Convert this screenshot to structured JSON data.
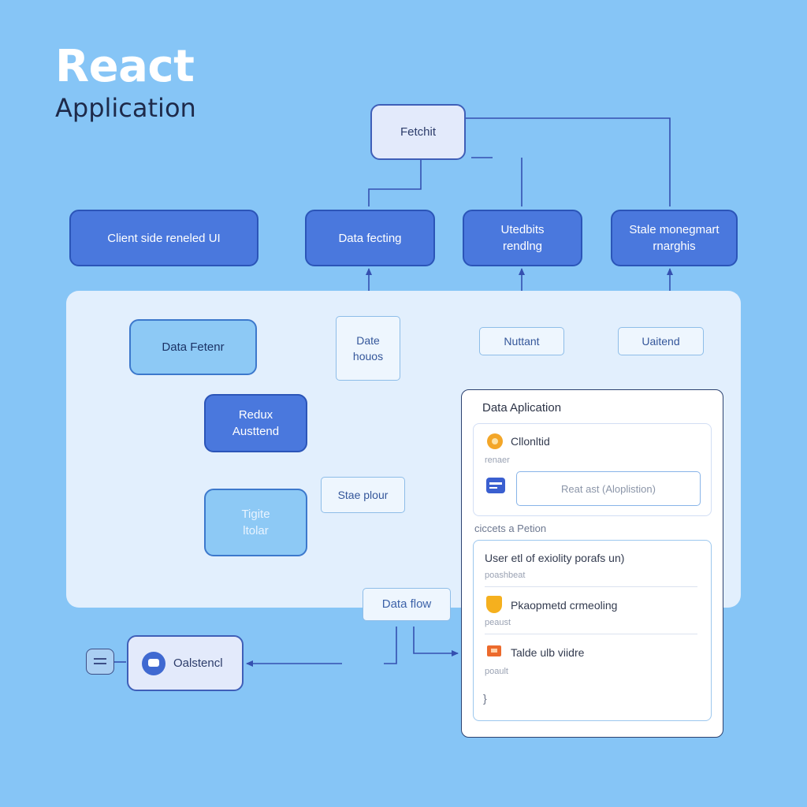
{
  "header": {
    "title": "React",
    "subtitle": "Application"
  },
  "top_nodes": {
    "fetch": "Fetchit",
    "client_side": "Client side reneled UI",
    "data_fetching": "Data fecting",
    "rendering_line1": "Utedbits",
    "rendering_line2": "rendlng",
    "state_line1": "Stale monegmart",
    "state_line2": "rnarghis"
  },
  "panel": {
    "data_fetcher": "Data Fetenr",
    "redux_line1": "Redux",
    "redux_line2": "Austtend",
    "tigle_line1": "Tigite",
    "tigle_line2": "ltolar",
    "date_line1": "Date",
    "date_line2": "houos",
    "nuttant": "Nuttant",
    "uaitend": "Uaitend",
    "state_plour": "Stae plour",
    "data_flow": "Data flow"
  },
  "bottom": {
    "oalstencl": "Oalstencl"
  },
  "card": {
    "title": "Data Aplication",
    "row1_label": "Cllonltid",
    "row1_sub": "renaer",
    "field_placeholder": "Reat ast (Aloplistion)",
    "section_caption": "ciccets a Petion",
    "item1_label": "User etl of exiolity porafs un)",
    "item1_sub": "poashbeat",
    "item2_label": "Pkaopmetd crmeoling",
    "item2_sub": "peaust",
    "item3_label": "Talde ulb viidre",
    "item3_sub": "poault",
    "end_brace": "}"
  },
  "colors": {
    "background": "#86c5f6",
    "node_dark": "#4a78dd",
    "node_light": "#8dc9f5",
    "connector": "#3550b0"
  },
  "icons": {
    "row1": "orange-circle-icon",
    "field": "blue-card-icon",
    "item2": "yellow-shield-icon",
    "item3": "orange-flag-icon",
    "bottom_left": "menu-icon",
    "bottom_node": "chat-bubble-icon"
  }
}
